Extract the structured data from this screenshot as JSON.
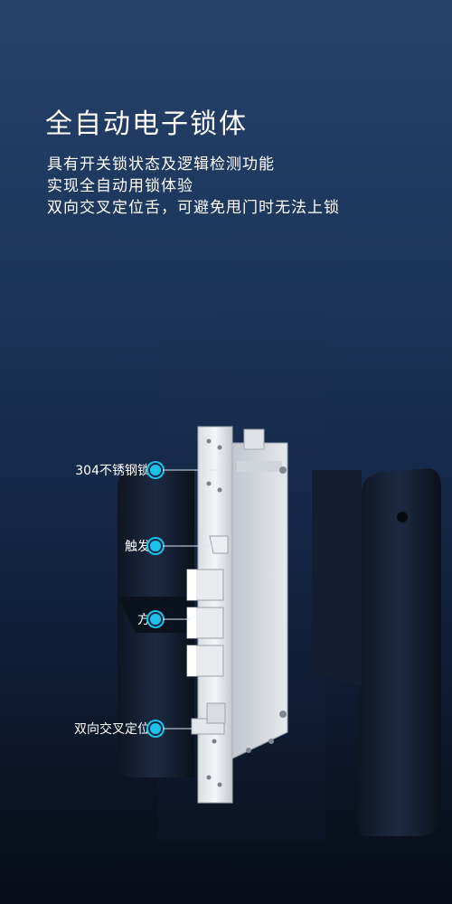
{
  "headline": {
    "title": "全自动电子锁体",
    "lines": [
      "具有开关锁状态及逻辑检测功能",
      "实现全自动用锁体验",
      "双向交叉定位舌，可避免甩门时无法上锁"
    ]
  },
  "callouts": [
    {
      "label": "304不锈钢锁体"
    },
    {
      "label": "触发舌"
    },
    {
      "label": "方舌"
    },
    {
      "label": "双向交叉定位舌"
    }
  ],
  "colors": {
    "accent": "#1ec1e8",
    "background_top": "#26416a",
    "background_bottom": "#070c16"
  }
}
